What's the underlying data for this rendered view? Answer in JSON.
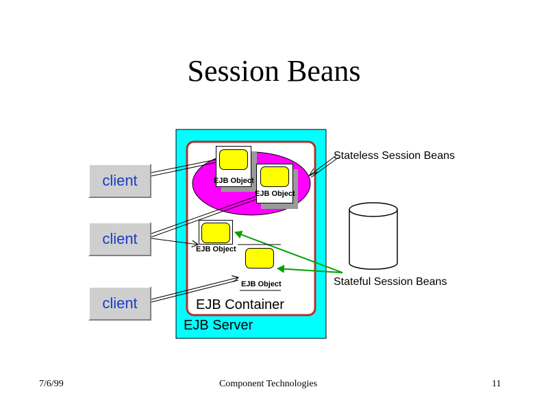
{
  "slide": {
    "title": "Session Beans",
    "footer_left": "7/6/99",
    "footer_center": "Component Technologies",
    "footer_right": "11"
  },
  "diagram": {
    "clients": [
      {
        "label": "client"
      },
      {
        "label": "client"
      },
      {
        "label": "client"
      }
    ],
    "ejb_object_label": "EJB Object",
    "container_label": "EJB Container",
    "server_label": "EJB Server",
    "stateless_label": "Stateless Session Beans",
    "stateful_label": "Stateful Session Beans"
  },
  "colors": {
    "server_fill": "#00ffff",
    "container_border": "#b03030",
    "stateless_pool": "#ff00ff",
    "bean_fill": "#ffff00",
    "client_text": "#1a3cc8",
    "stateful_arrow": "#00a000"
  }
}
